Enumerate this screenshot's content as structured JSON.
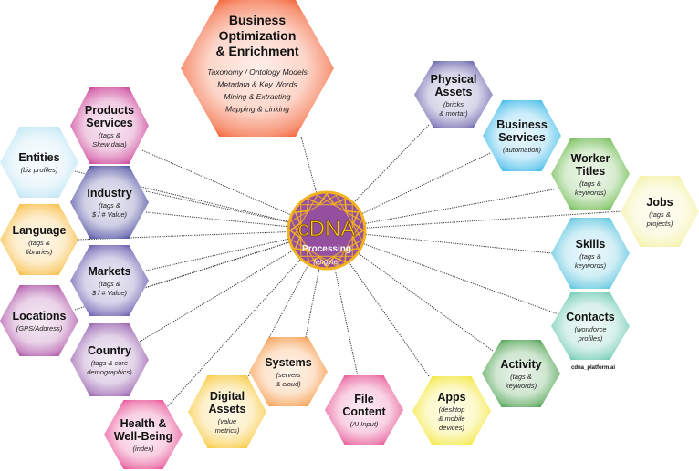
{
  "hub": {
    "title": "cDNA",
    "subtitle": "Processing",
    "note": "(engine)",
    "fill_color": "#94509f",
    "ring_color": "#f2b21f"
  },
  "top_node": {
    "title_lines": [
      "Business",
      "Optimization",
      "& Enrichment"
    ],
    "items": [
      "Taxonomy / Ontology Models",
      "Metadata & Key Words",
      "Mining & Extracting",
      "Mapping & Linking"
    ],
    "color": "#f25b2c"
  },
  "nodes": [
    {
      "id": "products-services",
      "title_lines": [
        "Products",
        "Services"
      ],
      "sub_lines": [
        "(tags &",
        "Skew data)"
      ],
      "color": "#c8338e"
    },
    {
      "id": "entities",
      "title_lines": [
        "Entities"
      ],
      "sub_lines": [
        "(biz profiles)"
      ],
      "color": "#b9e3f2"
    },
    {
      "id": "industry",
      "title_lines": [
        "Industry"
      ],
      "sub_lines": [
        "(tags &",
        "$ / # Value)"
      ],
      "color": "#3d3f98"
    },
    {
      "id": "language",
      "title_lines": [
        "Language"
      ],
      "sub_lines": [
        "(tags &",
        "libraries)"
      ],
      "color": "#f7b733"
    },
    {
      "id": "markets",
      "title_lines": [
        "Markets"
      ],
      "sub_lines": [
        "(tags &",
        "$ / # Value)"
      ],
      "color": "#5b4aa5"
    },
    {
      "id": "locations",
      "title_lines": [
        "Locations"
      ],
      "sub_lines": [
        "(GPS/Address)"
      ],
      "color": "#a8459f"
    },
    {
      "id": "country",
      "title_lines": [
        "Country"
      ],
      "sub_lines": [
        "(tags & core",
        "demographics)"
      ],
      "color": "#8f52a8"
    },
    {
      "id": "health-well-being",
      "title_lines": [
        "Health &",
        "Well-Being"
      ],
      "sub_lines": [
        "(index)"
      ],
      "color": "#e5418b"
    },
    {
      "id": "digital-assets",
      "title_lines": [
        "Digital",
        "Assets"
      ],
      "sub_lines": [
        "(value",
        "metrics)"
      ],
      "color": "#f8c42c"
    },
    {
      "id": "systems",
      "title_lines": [
        "Systems"
      ],
      "sub_lines": [
        "(servers",
        "& cloud)"
      ],
      "color": "#f6923a"
    },
    {
      "id": "file-content",
      "title_lines": [
        "File",
        "Content"
      ],
      "sub_lines": [
        "(AI Input)"
      ],
      "color": "#e54b8e"
    },
    {
      "id": "apps",
      "title_lines": [
        "Apps"
      ],
      "sub_lines": [
        "(desktop",
        "& mobile",
        "devices)"
      ],
      "color": "#f2e52c"
    },
    {
      "id": "activity",
      "title_lines": [
        "Activity"
      ],
      "sub_lines": [
        "(tags &",
        "keywords)"
      ],
      "color": "#3f9a42"
    },
    {
      "id": "contacts",
      "title_lines": [
        "Contacts"
      ],
      "sub_lines": [
        "(workforce",
        "profiles)"
      ],
      "color": "#62c6ac"
    },
    {
      "id": "skills",
      "title_lines": [
        "Skills"
      ],
      "sub_lines": [
        "(tags &",
        "keywords)"
      ],
      "color": "#4bbfdc"
    },
    {
      "id": "jobs",
      "title_lines": [
        "Jobs"
      ],
      "sub_lines": [
        "(tags &",
        "projects)"
      ],
      "color": "#f2ef9c"
    },
    {
      "id": "worker-titles",
      "title_lines": [
        "Worker",
        "Titles"
      ],
      "sub_lines": [
        "(tags &",
        "keywords)"
      ],
      "color": "#5fb33d"
    },
    {
      "id": "business-services",
      "title_lines": [
        "Business",
        "Services"
      ],
      "sub_lines": [
        "(automation)"
      ],
      "color": "#2eb3e8"
    },
    {
      "id": "physical-assets",
      "title_lines": [
        "Physical",
        "Assets"
      ],
      "sub_lines": [
        "(bricks",
        "& mortar)"
      ],
      "color": "#5c55a4"
    }
  ],
  "footer_note": "cdna_platform.ai"
}
